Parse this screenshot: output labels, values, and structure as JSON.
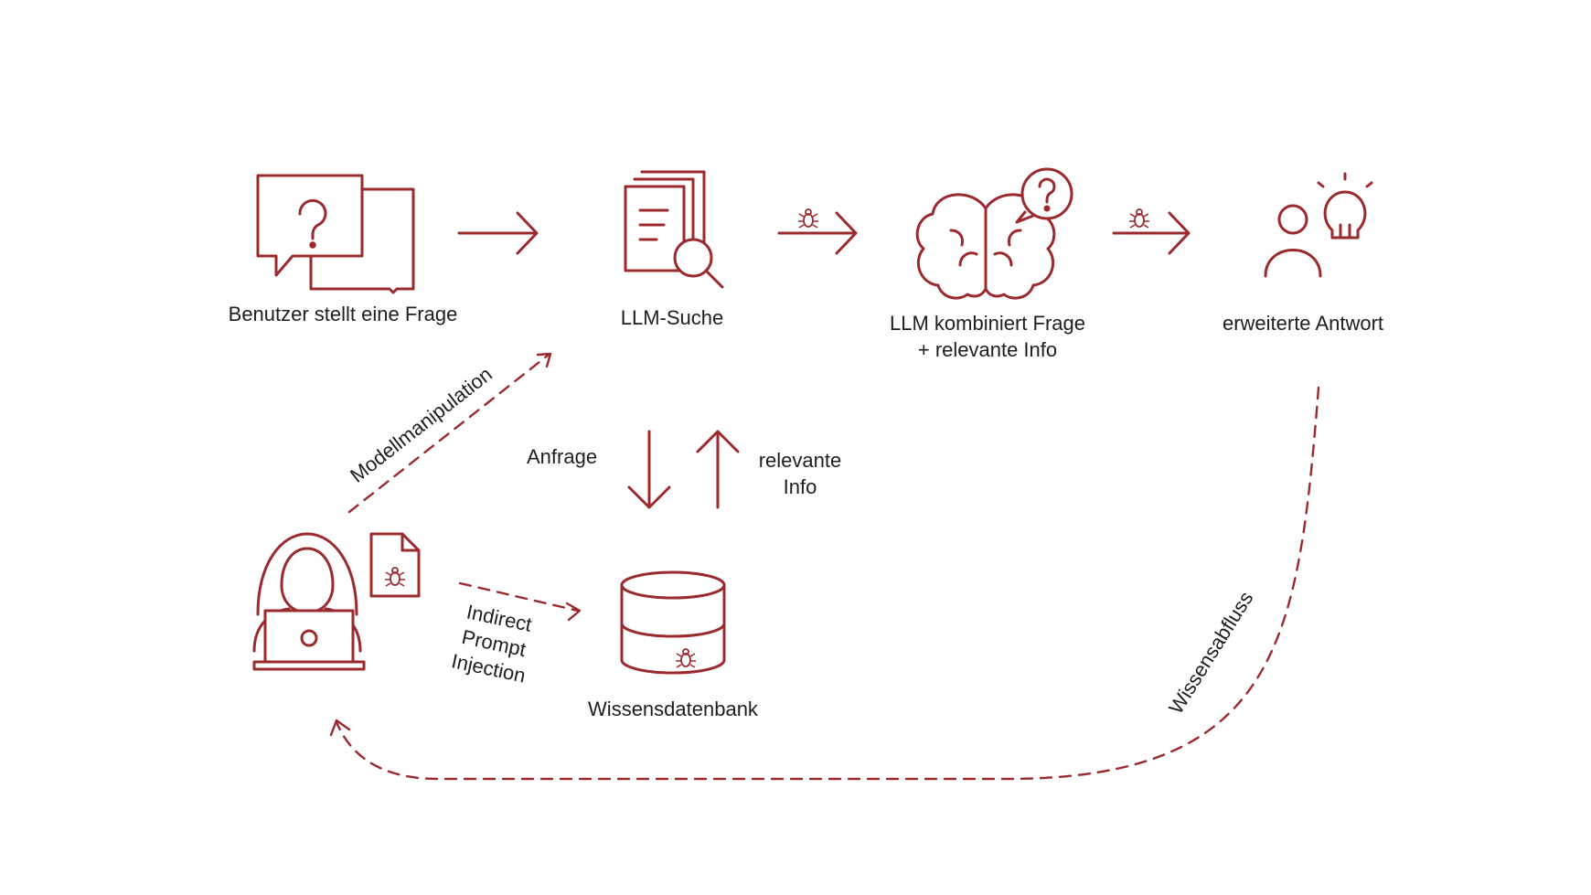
{
  "nodes": {
    "user_question": {
      "label": "Benutzer stellt eine Frage"
    },
    "llm_search": {
      "label": "LLM-Suche"
    },
    "llm_combines": {
      "label_line1": "LLM kombiniert Frage",
      "label_line2": "+ relevante Info"
    },
    "extended_answer": {
      "label": "erweiterte Antwort"
    },
    "knowledge_db": {
      "label": "Wissensdatenbank"
    }
  },
  "edges": {
    "query": {
      "label": "Anfrage"
    },
    "relevant_info": {
      "label_line1": "relevante",
      "label_line2": "Info"
    },
    "model_manipulation": {
      "label": "Modellmanipulation"
    },
    "indirect_injection": {
      "label_line1": "Indirect",
      "label_line2": "Prompt",
      "label_line3": "Injection"
    },
    "knowledge_leak": {
      "label": "Wissensabfluss"
    }
  },
  "colors": {
    "accent": "#9b2a2e",
    "text": "#1e1e1e",
    "background": "#ffffff"
  }
}
